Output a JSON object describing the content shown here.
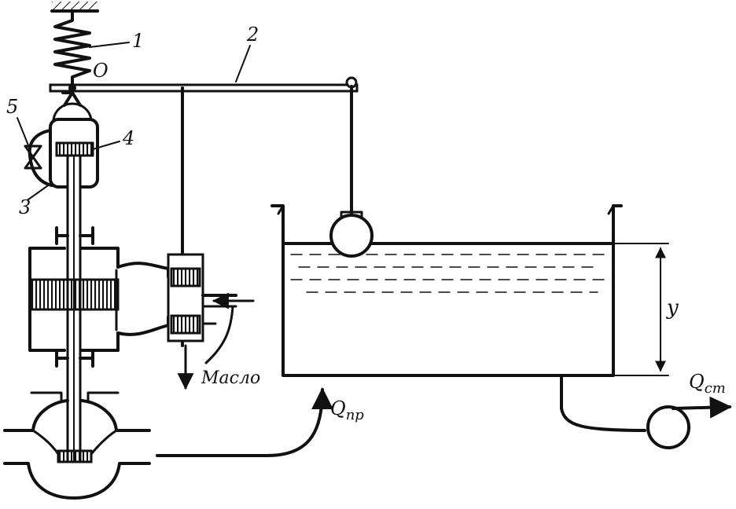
{
  "labels": {
    "n1": "1",
    "n2": "2",
    "n3": "3",
    "n4": "4",
    "n5": "5",
    "pivot": "O",
    "oil": "Масло",
    "level": "y",
    "q_in": "Q",
    "q_in_sub": "пр",
    "q_out": "Q",
    "q_out_sub": "ст"
  }
}
